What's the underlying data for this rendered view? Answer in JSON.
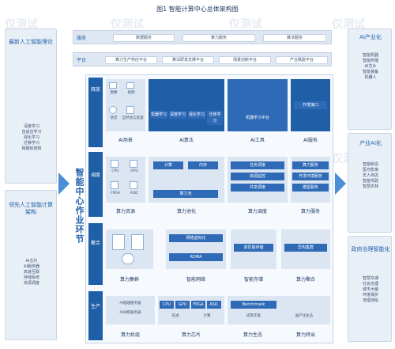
{
  "title": "图1 智能计算中心总体架构图",
  "left": {
    "group1": {
      "heading": "最新人工智能理论",
      "items": [
        "深度学习",
        "自适应学习",
        "强化学习",
        "迁移学习",
        "跨媒体感知"
      ]
    },
    "group2": {
      "heading": "领先人工智能计算架构",
      "items": [
        "AI芯片",
        "AI服务器",
        "高速互联",
        "存储系统",
        "资源调度"
      ]
    }
  },
  "right": {
    "group1": {
      "heading": "AI产业化",
      "items": [
        "智能机器",
        "智能终端",
        "AI芯片",
        "智能装备",
        "机器人"
      ]
    },
    "group2": {
      "heading": "产业AI化",
      "items": [
        "智能制造",
        "医疗影像",
        "无人商店",
        "智能驾驶",
        "智慧农林"
      ]
    },
    "group3": {
      "heading": "政府治理智能化",
      "items": [
        "智慧交通",
        "社会治理",
        "城市大脑",
        "环境保护",
        "地理测绘"
      ]
    }
  },
  "top": {
    "service_label": "服务",
    "service_items": [
      "数据服务",
      "算力服务",
      "算法服务"
    ],
    "platform_label": "平台",
    "platform_items": [
      "算力生产供应平台",
      "算法研发支撑平台",
      "场景创新平台",
      "产业赋能平台"
    ]
  },
  "center_vertical": "智能中心作业环节",
  "rows": {
    "r1": {
      "band": "释放",
      "captions": [
        "AI场景",
        "AI算法",
        "AI工具",
        "AI服务"
      ],
      "icons": [
        "图像",
        "视频",
        "语音",
        "自然语言处理"
      ],
      "algo": [
        "机器学习",
        "深度学习",
        "强化学习",
        "迁移学习"
      ],
      "tool_label": "机器学习平台",
      "serv": [
        "开发接口"
      ]
    },
    "r2": {
      "band": "调度",
      "captions": [
        "算力资源",
        "算力池化",
        "算力调度",
        "算力服务"
      ],
      "res": [
        "CPU",
        "GPU",
        "FPGA",
        "ASIC"
      ],
      "pool": [
        "计算",
        "内存",
        "算力池"
      ],
      "sched": [
        "任务调度",
        "资源监控",
        "共享调度"
      ],
      "serv": [
        "算力服务",
        "开发环境服务",
        "模型服务"
      ]
    },
    "r3": {
      "band": "聚合",
      "captions": [
        "算力集群",
        "智能网络",
        "智能存储",
        "算力聚合"
      ],
      "net": [
        "网络虚拟化",
        "RDMA"
      ],
      "store": [
        "高性能存储"
      ],
      "agg": [
        "异构集群"
      ]
    },
    "r4": {
      "band": "生产",
      "captions": [
        "算力机组",
        "算力芯片",
        "算力生态",
        "算力转出"
      ],
      "chips": [
        "AI推理服务器",
        "AI训练服务器",
        "CPU",
        "GPU",
        "FPGA",
        "ASIC"
      ],
      "eco": [
        "先进",
        "计算"
      ],
      "out": [
        "Benchmark",
        "成熟丰富",
        "国产化生态"
      ]
    }
  },
  "watermark": "仅测试"
}
